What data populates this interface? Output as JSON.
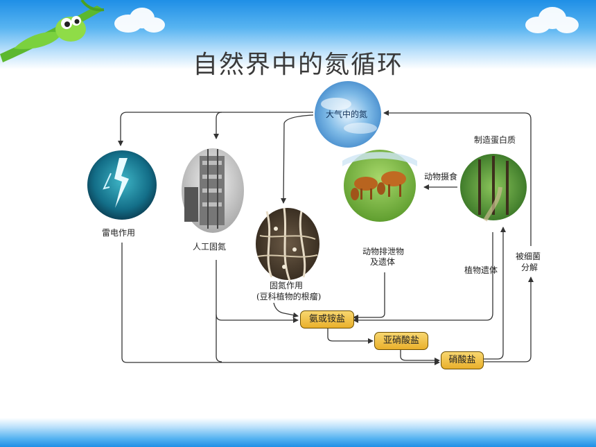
{
  "slide": {
    "title": "自然界中的氮循环"
  },
  "nodes": {
    "atmosphere": "大气中的氮",
    "lightning": "雷电作用",
    "industrial": "人工固氮",
    "bio_fixation": [
      "固氮作用",
      "(豆科植物的根瘤)"
    ],
    "animal_waste": [
      "动物排泄物",
      "及遗体"
    ],
    "protein": "制造蛋白质",
    "animal_intake": "动物摄食",
    "plant_remains": "植物遗体",
    "bacteria": [
      "被细菌",
      "分解"
    ]
  },
  "salts": {
    "ammonia": "氨或铵盐",
    "nitrite": "亚硝酸盐",
    "nitrate": "硝酸盐"
  },
  "colors": {
    "salt_fill": "#f2c443",
    "arrow": "#333333",
    "sky": "#1f8fe6"
  }
}
